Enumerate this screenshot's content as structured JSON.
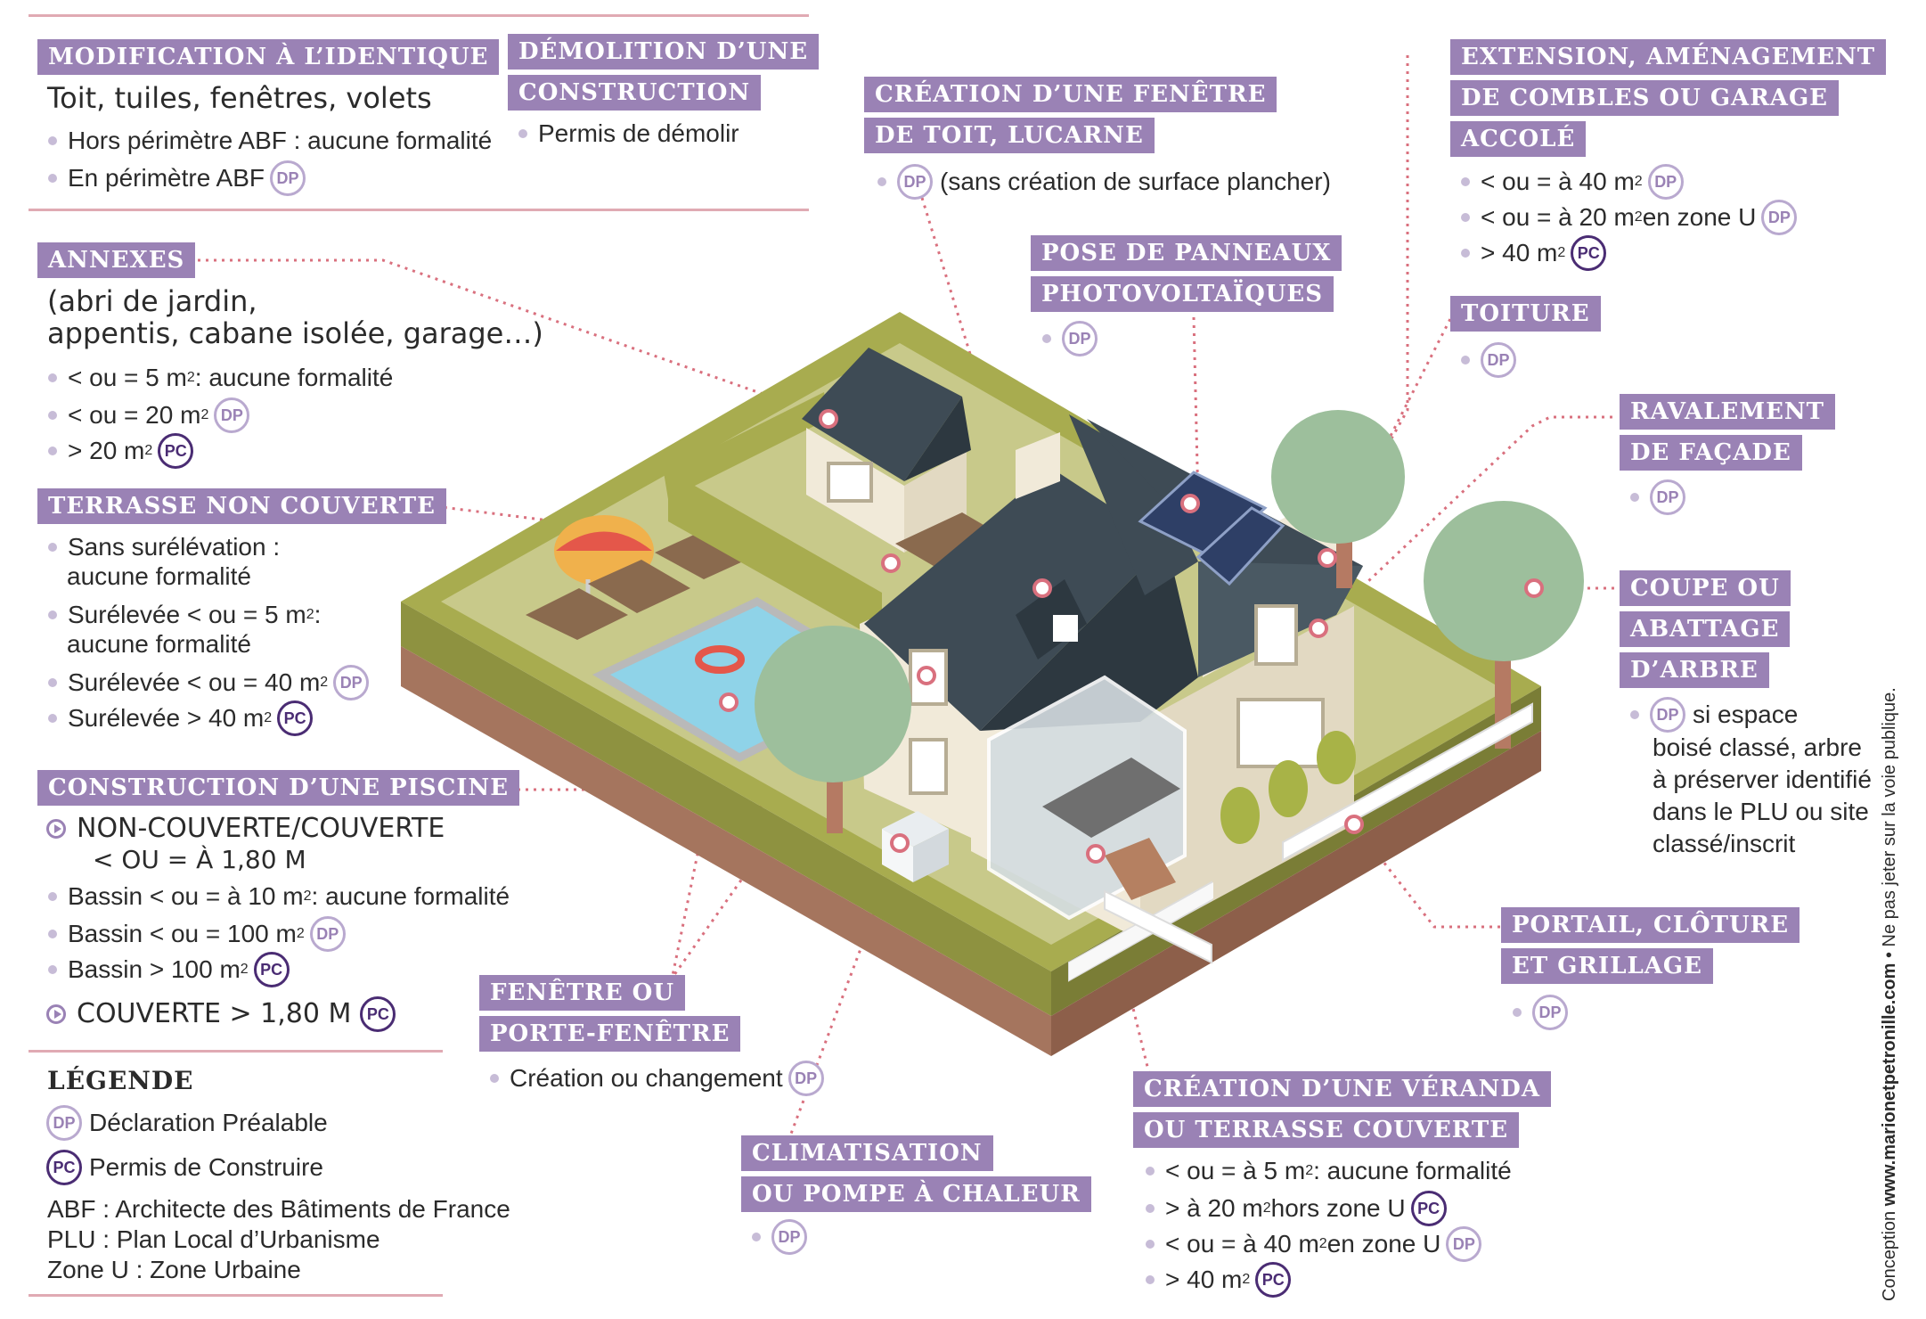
{
  "modification": {
    "title": "MODIFICATION À L’IDENTIQUE",
    "subtitle": "Toit, tuiles, fenêtres, volets",
    "item1": "Hors périmètre ABF : aucune formalité",
    "item2": "En périmètre ABF"
  },
  "demolition": {
    "title1": "DÉMOLITION D’UNE",
    "title2": "CONSTRUCTION",
    "item1": "Permis de démolir"
  },
  "fenetre_toit": {
    "title1": "CRÉATION D’UNE FENÊTRE",
    "title2": "DE TOIT, LUCARNE",
    "item1": "(sans création de surface plancher)"
  },
  "extension": {
    "title1": "EXTENSION, AMÉNAGEMENT",
    "title2": "DE COMBLES OU GARAGE",
    "title3": "ACCOLÉ",
    "item1": "< ou = à 40 m",
    "item2": "< ou = à 20 m",
    "item2b": " en zone U",
    "item3": "> 40 m"
  },
  "panneaux": {
    "title1": "POSE DE PANNEAUX",
    "title2": "PHOTOVOLTAÏQUES"
  },
  "toiture": {
    "title": "TOITURE"
  },
  "ravalement": {
    "title1": "RAVALEMENT",
    "title2": "DE FAÇADE"
  },
  "coupe": {
    "title1": "COUPE OU",
    "title2": "ABATTAGE",
    "title3": "D’ARBRE",
    "line1": "si espace",
    "line2": "boisé classé, arbre",
    "line3": "à préserver identifié",
    "line4": "dans le PLU ou site",
    "line5": "classé/inscrit"
  },
  "annexes": {
    "title": "ANNEXES",
    "sub1": "(abri de jardin,",
    "sub2": "appentis, cabane isolée, garage…)",
    "item1a": "< ou = 5 m",
    "item1b": " : aucune formalité",
    "item2": "< ou = 20 m",
    "item3": "> 20 m"
  },
  "terrasse": {
    "title": "TERRASSE NON COUVERTE",
    "item1a": "Sans surélévation :",
    "item1b": "aucune formalité",
    "item2a": "Surélevée < ou = 5 m",
    "item2a2": " :",
    "item2b": "aucune formalité",
    "item3": "Surélevée < ou = 40 m",
    "item4": "Surélevée > 40 m"
  },
  "piscine": {
    "title": "CONSTRUCTION D’UNE PISCINE",
    "cap1a": "NON-COUVERTE/COUVERTE",
    "cap1b": "< OU = À 1,80 M",
    "item1a": "Bassin < ou = à 10 m",
    "item1b": " : aucune formalité",
    "item2": "Bassin < ou = 100 m",
    "item3": "Bassin > 100 m",
    "cap2": "COUVERTE > 1,80 M"
  },
  "fenetre": {
    "title1": "FENÊTRE OU",
    "title2": "PORTE-FENÊTRE",
    "item1": "Création ou changement"
  },
  "climatisation": {
    "title1": "CLIMATISATION",
    "title2": "OU POMPE À CHALEUR"
  },
  "veranda": {
    "title1": "CRÉATION D’UNE VÉRANDA",
    "title2": "OU TERRASSE COUVERTE",
    "item1a": "< ou = à 5 m",
    "item1b": " : aucune formalité",
    "item2a": "> à 20 m",
    "item2b": " hors zone U",
    "item3a": "< ou = à 40 m",
    "item3b": " en zone U",
    "item4": "> 40 m"
  },
  "portail": {
    "title1": "PORTAIL, CLÔTURE",
    "title2": "ET GRILLAGE"
  },
  "legende": {
    "title": "LÉGENDE",
    "dp": "Déclaration Préalable",
    "pc": "Permis de Construire",
    "abf": "ABF : Architecte des Bâtiments de France",
    "plu": "PLU : Plan Local d’Urbanisme",
    "zone": "Zone U : Zone Urbaine"
  },
  "badges": {
    "dp": "DP",
    "pc": "PC",
    "sq": "2"
  },
  "credit": {
    "prefix": "Conception ",
    "site": "www.marionetpetronille.com",
    "suffix": "  •  Ne pas jeter sur la voie publique."
  },
  "colors": {
    "header": "#9a82b5",
    "dp": "#b9a9cf",
    "pc": "#4a2c73",
    "rule": "#e0aab3",
    "leader": "#d9707e"
  }
}
